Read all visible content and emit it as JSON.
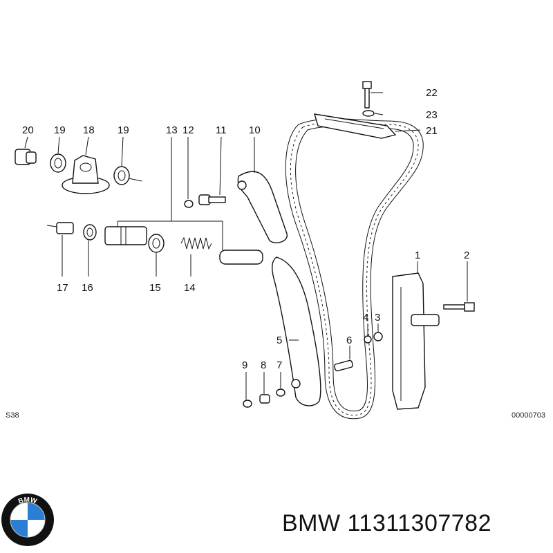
{
  "diagram": {
    "callouts": [
      "1",
      "2",
      "3",
      "4",
      "5",
      "6",
      "7",
      "8",
      "9",
      "10",
      "11",
      "12",
      "13",
      "14",
      "15",
      "16",
      "17",
      "18",
      "19",
      "20",
      "21",
      "22",
      "23"
    ],
    "label_19": "19",
    "corner_left": "S38",
    "corner_right": "00000703"
  },
  "brand": {
    "logo_letters": "BMW",
    "caption": "BMW 11311307782",
    "logo_colors": {
      "ring": "#111111",
      "blue": "#2a7fd4",
      "white": "#ffffff"
    }
  }
}
